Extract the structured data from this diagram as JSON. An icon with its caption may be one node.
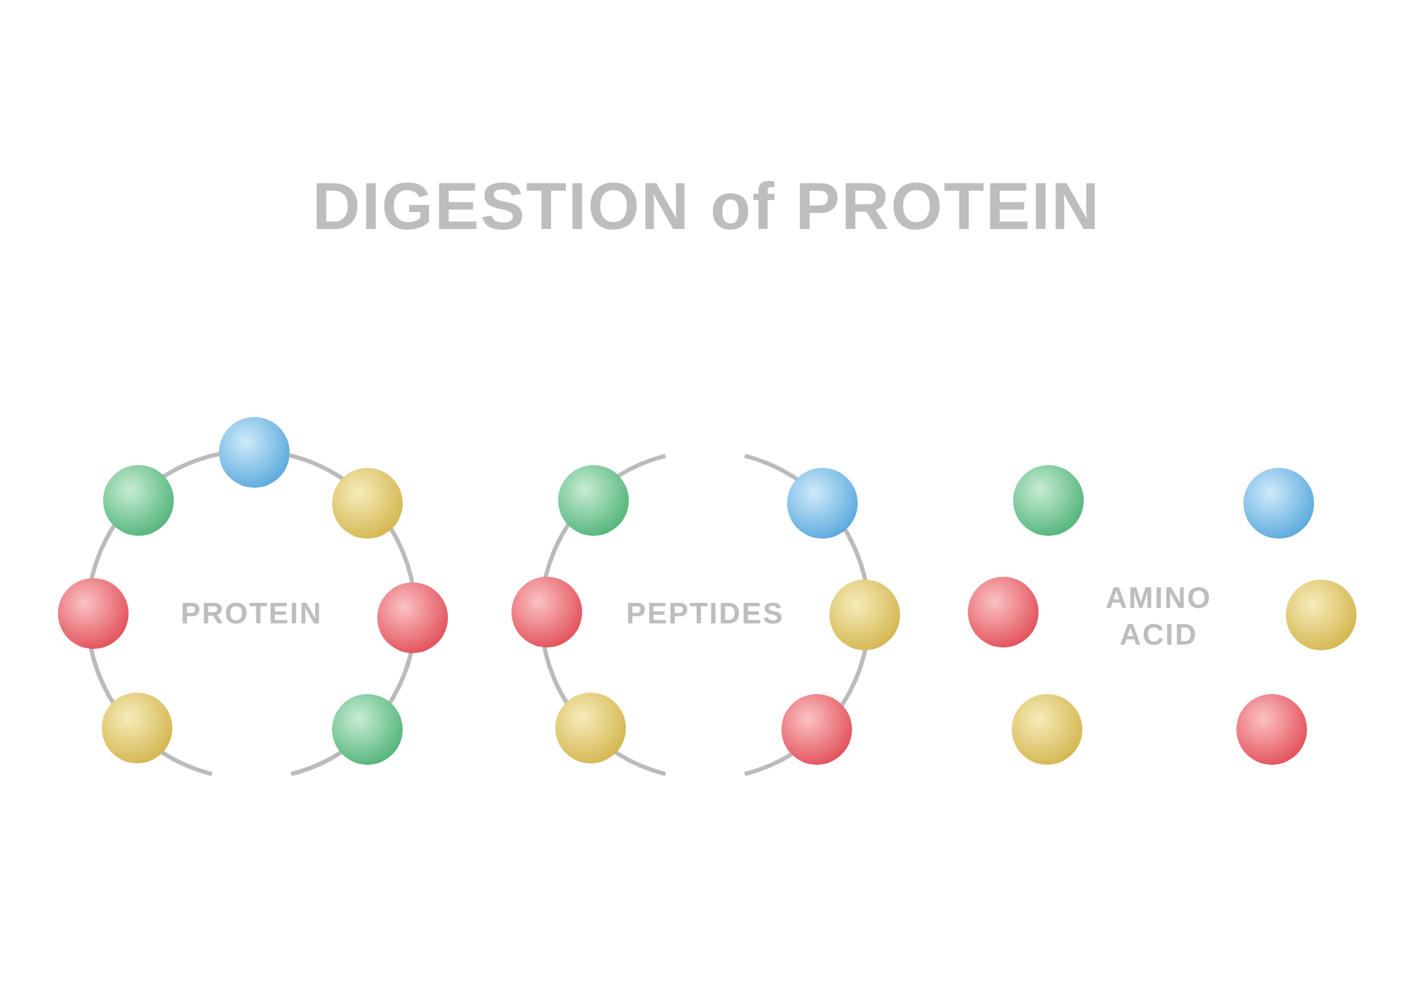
{
  "diagram": {
    "title": "DIGESTION of PROTEIN",
    "labels": [
      "PROTEIN",
      "PEPTIDES",
      "AMINO ACID"
    ]
  }
}
